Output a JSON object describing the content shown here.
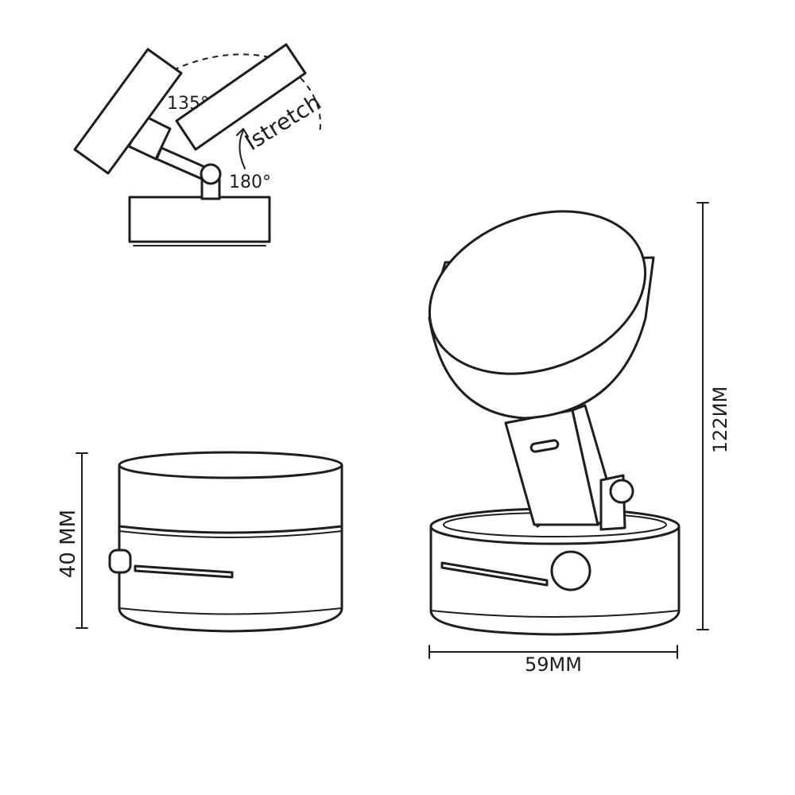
{
  "labels": {
    "angle_tilt": "135°",
    "angle_rotate": "180°",
    "stretch": "Istretch",
    "base_height": "40 MM",
    "total_height": "122ИМ",
    "width": "59MM"
  },
  "colors": {
    "ink": "#1e1e1e",
    "background": "#ffffff"
  }
}
